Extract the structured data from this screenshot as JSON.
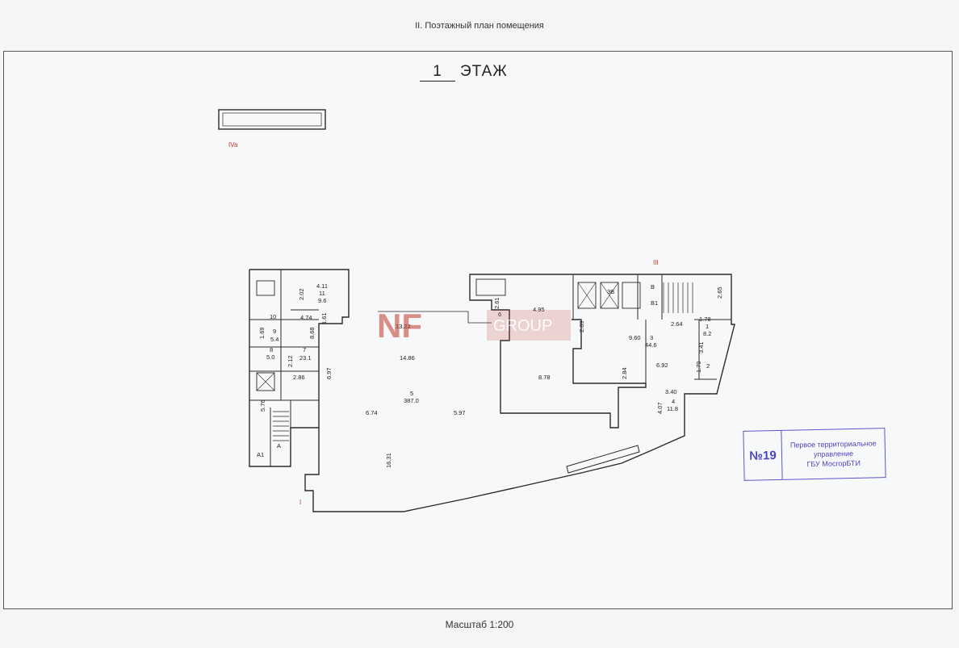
{
  "header": {
    "title": "II. Поэтажный план помещения"
  },
  "floor": {
    "number": "1",
    "label": "ЭТАЖ"
  },
  "footer": {
    "scale": "Масштаб 1:200"
  },
  "sections": {
    "s1": "I",
    "s3": "III",
    "s4a": "IVa"
  },
  "rooms": {
    "r1": {
      "number": "1",
      "area": "8.2"
    },
    "r2": {
      "number": "2"
    },
    "r3": {
      "number": "3",
      "area": "44.6"
    },
    "r4": {
      "number": "4",
      "area": "11.8"
    },
    "r5": {
      "number": "5",
      "area": "387.0"
    },
    "r6": {
      "number": "6"
    },
    "r7": {
      "number": "7",
      "area": "23.1"
    },
    "r8": {
      "number": "8",
      "area": "5.0"
    },
    "r9": {
      "number": "9",
      "area": "5.4"
    },
    "r10": {
      "number": "10"
    },
    "r11": {
      "number": "11",
      "area": "9.6"
    },
    "stA": "А",
    "stA1": "А1",
    "stB": "В",
    "stB1": "В1",
    "st3B": "3В"
  },
  "dims": {
    "d1": "4.11",
    "d2": "2.02",
    "d3": "4.74",
    "d4": "1.61",
    "d5": "1.69",
    "d6": "8.68",
    "d7": "2.12",
    "d8": "6.97",
    "d9": "2.86",
    "d10": "5.76",
    "d11": "13.22",
    "d12": "14.86",
    "d13": "6.74",
    "d14": "5.97",
    "d15": "16.31",
    "d16": "2.61",
    "d17": "4.95",
    "d18": "2.89",
    "d19": "8.78",
    "d20": "2.84",
    "d21": "9.60",
    "d22": "6.92",
    "d23": "2.64",
    "d24": "1.78",
    "d25": "3.41",
    "d26": "1.79",
    "d27": "2.65",
    "d28": "3.40",
    "d29": "4.07"
  },
  "watermark": {
    "brand": "NF",
    "group": "GROUP"
  },
  "stamp": {
    "number": "№19",
    "line1": "Первое территориальное",
    "line2": "управление",
    "line3": "ГБУ МосгорБТИ"
  },
  "colors": {
    "section_red": "#c0392b",
    "stamp_blue": "#4a46c0",
    "watermark_red": "#c0392b"
  }
}
